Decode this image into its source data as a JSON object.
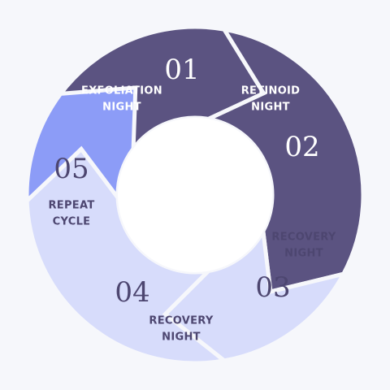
{
  "colors": {
    "background": "#f6f7fb",
    "dark": "#5b5381",
    "light": "#d7dcfb",
    "accent": "#8c9cf7",
    "center": "#ffffff",
    "text_on_dark": "#ffffff",
    "text_on_light": "#4d4670"
  },
  "steps": [
    {
      "number": "01",
      "line1": "EXFOLIATION",
      "line2": "NIGHT",
      "color": "#5b5381",
      "text_color": "#ffffff"
    },
    {
      "number": "02",
      "line1": "RETINOID",
      "line2": "NIGHT",
      "color": "#5b5381",
      "text_color": "#ffffff"
    },
    {
      "number": "03",
      "line1": "RECOVERY",
      "line2": "NIGHT",
      "color": "#d7dcfb",
      "text_color": "#4d4670"
    },
    {
      "number": "04",
      "line1": "RECOVERY",
      "line2": "NIGHT",
      "color": "#d7dcfb",
      "text_color": "#4d4670"
    },
    {
      "number": "05",
      "line1": "REPEAT",
      "line2": "CYCLE",
      "color": "#8c9cf7",
      "text_color": "#4d4670"
    }
  ]
}
